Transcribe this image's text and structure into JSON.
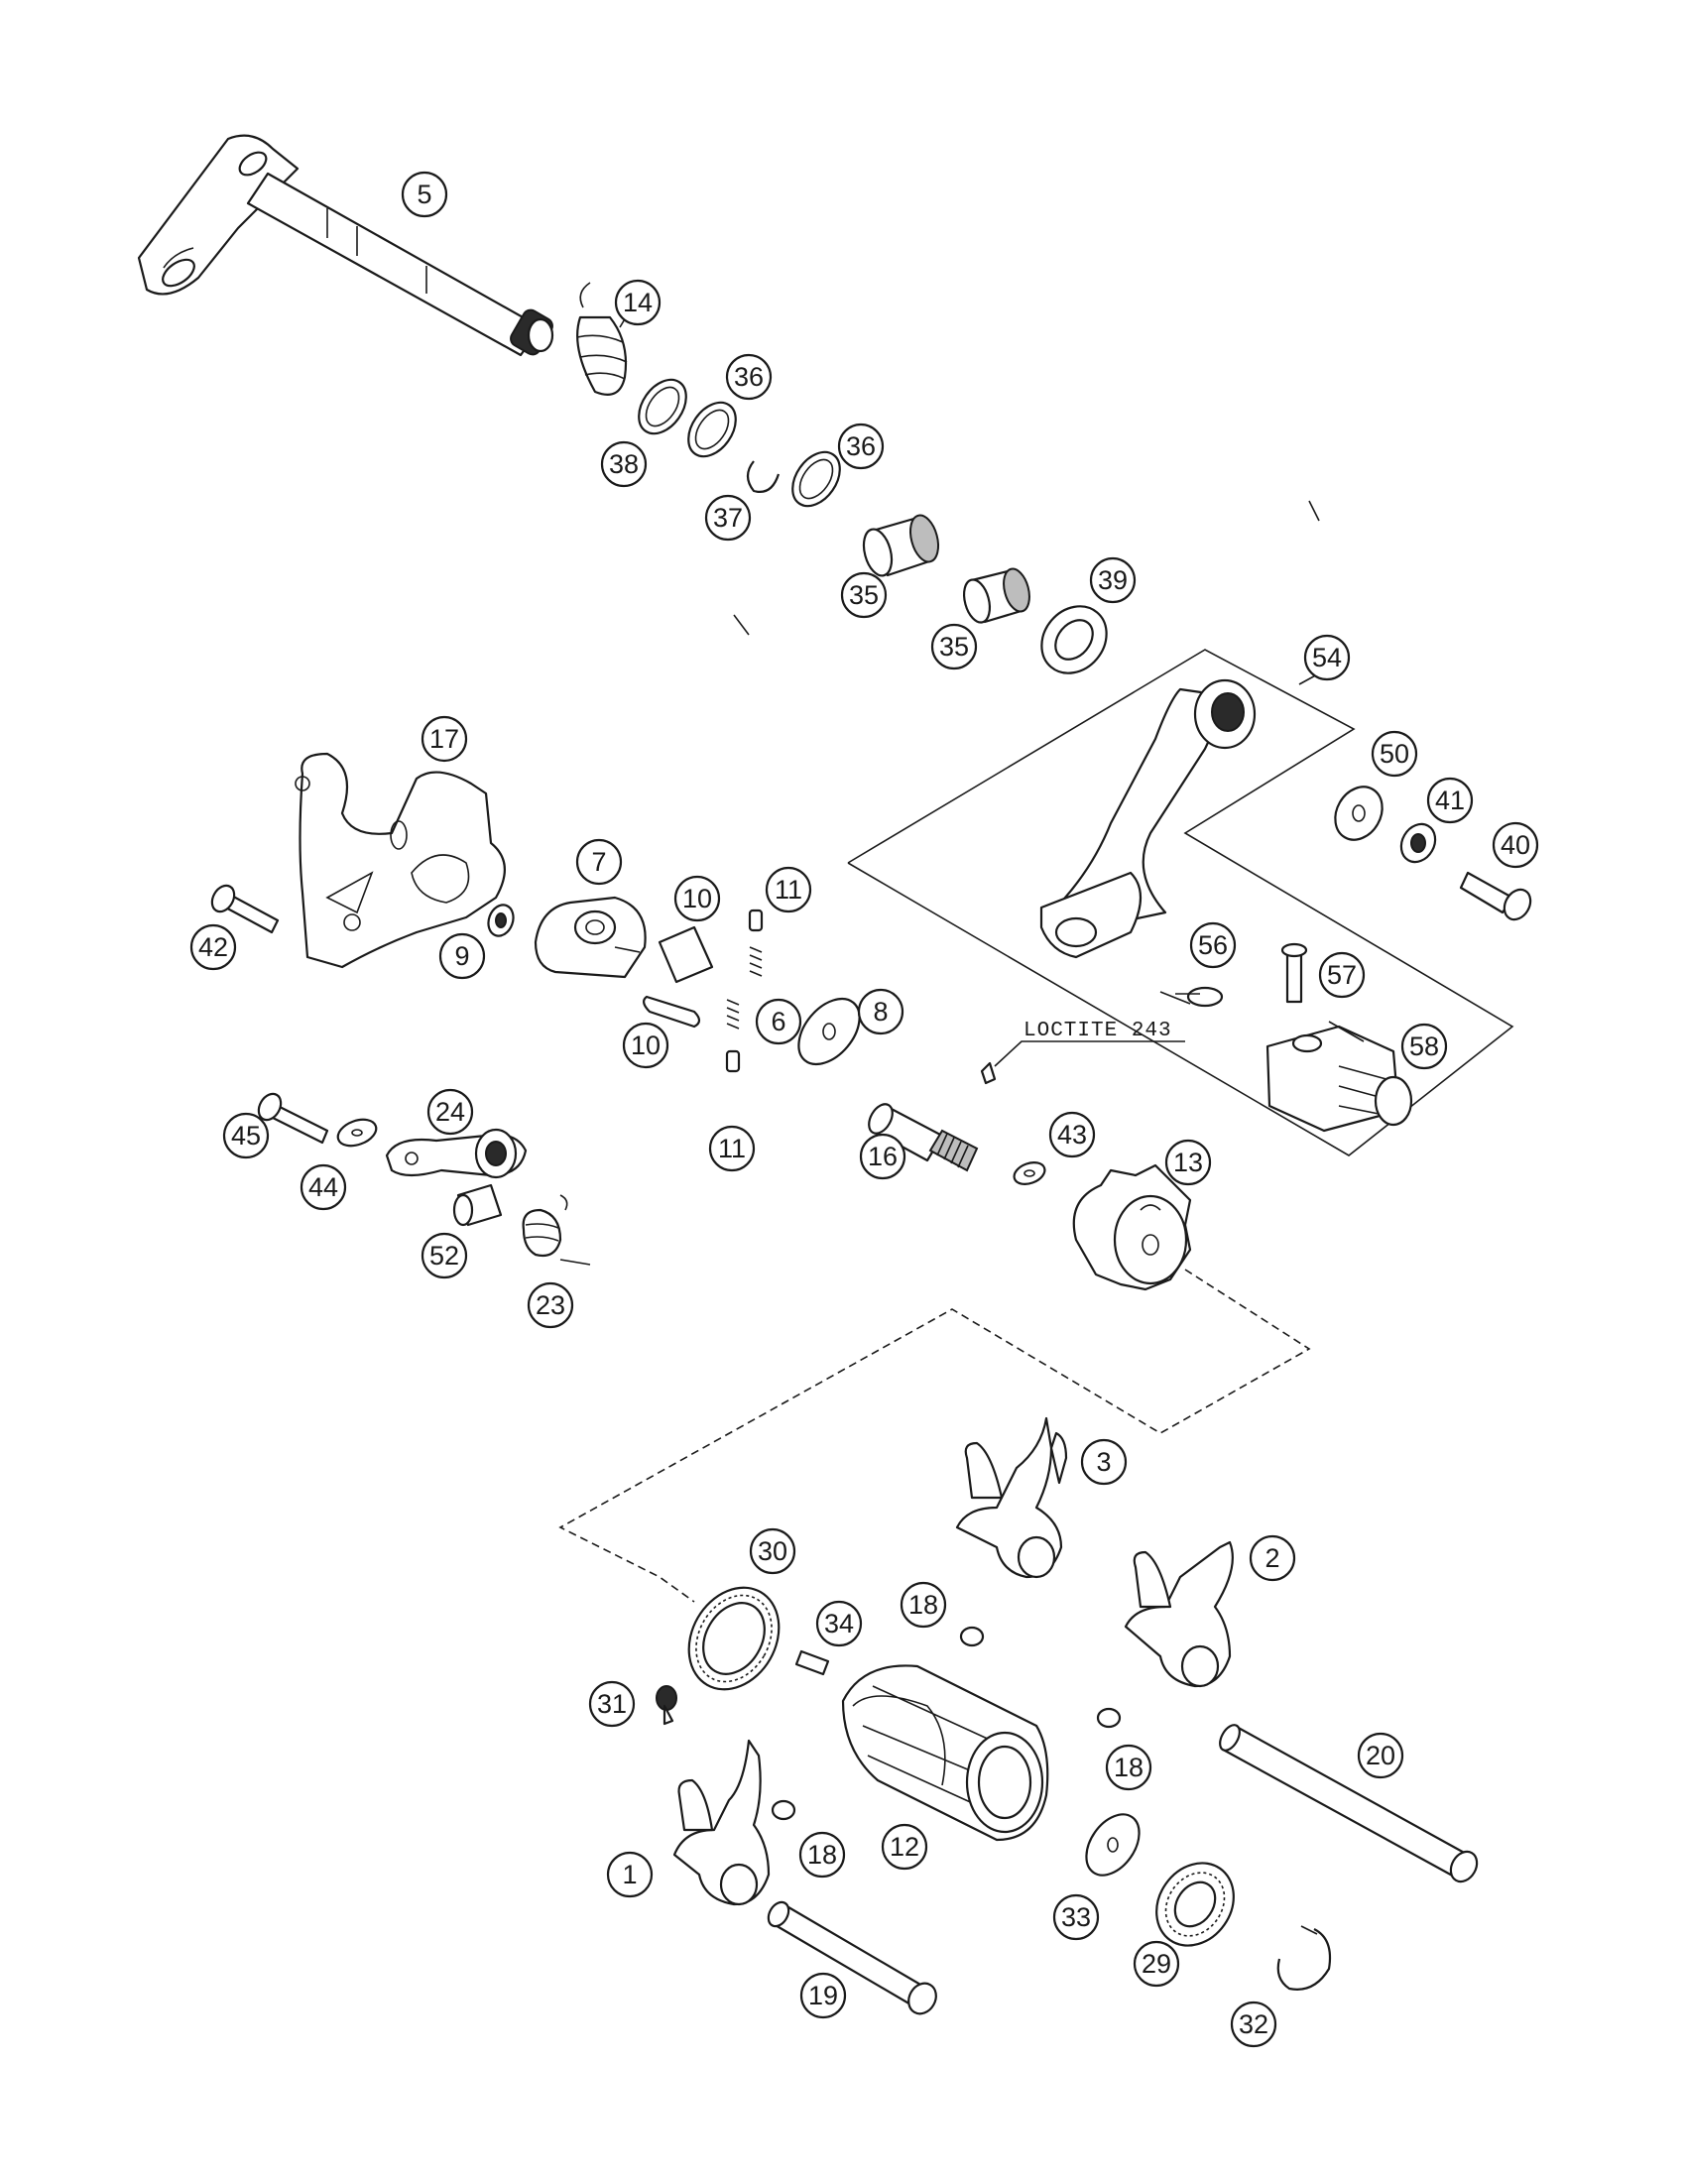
{
  "diagram": {
    "callouts": [
      {
        "id": "c5",
        "text": "5"
      },
      {
        "id": "c14",
        "text": "14"
      },
      {
        "id": "c36a",
        "text": "36"
      },
      {
        "id": "c38",
        "text": "38"
      },
      {
        "id": "c36b",
        "text": "36"
      },
      {
        "id": "c37",
        "text": "37"
      },
      {
        "id": "c35a",
        "text": "35"
      },
      {
        "id": "c35b",
        "text": "35"
      },
      {
        "id": "c39",
        "text": "39"
      },
      {
        "id": "c54",
        "text": "54"
      },
      {
        "id": "c50",
        "text": "50"
      },
      {
        "id": "c41",
        "text": "41"
      },
      {
        "id": "c40",
        "text": "40"
      },
      {
        "id": "c17",
        "text": "17"
      },
      {
        "id": "c7",
        "text": "7"
      },
      {
        "id": "c10a",
        "text": "10"
      },
      {
        "id": "c11a",
        "text": "11"
      },
      {
        "id": "c42",
        "text": "42"
      },
      {
        "id": "c9",
        "text": "9"
      },
      {
        "id": "c6",
        "text": "6"
      },
      {
        "id": "c8",
        "text": "8"
      },
      {
        "id": "c10b",
        "text": "10"
      },
      {
        "id": "c56",
        "text": "56"
      },
      {
        "id": "c57",
        "text": "57"
      },
      {
        "id": "c58",
        "text": "58"
      },
      {
        "id": "c11b",
        "text": "11"
      },
      {
        "id": "c16",
        "text": "16"
      },
      {
        "id": "c43",
        "text": "43"
      },
      {
        "id": "c13",
        "text": "13"
      },
      {
        "id": "c45",
        "text": "45"
      },
      {
        "id": "c24",
        "text": "24"
      },
      {
        "id": "c44",
        "text": "44"
      },
      {
        "id": "c52",
        "text": "52"
      },
      {
        "id": "c23",
        "text": "23"
      },
      {
        "id": "c3",
        "text": "3"
      },
      {
        "id": "c30",
        "text": "30"
      },
      {
        "id": "c2",
        "text": "2"
      },
      {
        "id": "c34",
        "text": "34"
      },
      {
        "id": "c18a",
        "text": "18"
      },
      {
        "id": "c31",
        "text": "31"
      },
      {
        "id": "c18b",
        "text": "18"
      },
      {
        "id": "c20",
        "text": "20"
      },
      {
        "id": "c1",
        "text": "1"
      },
      {
        "id": "c18c",
        "text": "18"
      },
      {
        "id": "c12",
        "text": "12"
      },
      {
        "id": "c33",
        "text": "33"
      },
      {
        "id": "c29",
        "text": "29"
      },
      {
        "id": "c19",
        "text": "19"
      },
      {
        "id": "c32",
        "text": "32"
      }
    ],
    "note": "LOCTITE 243"
  }
}
